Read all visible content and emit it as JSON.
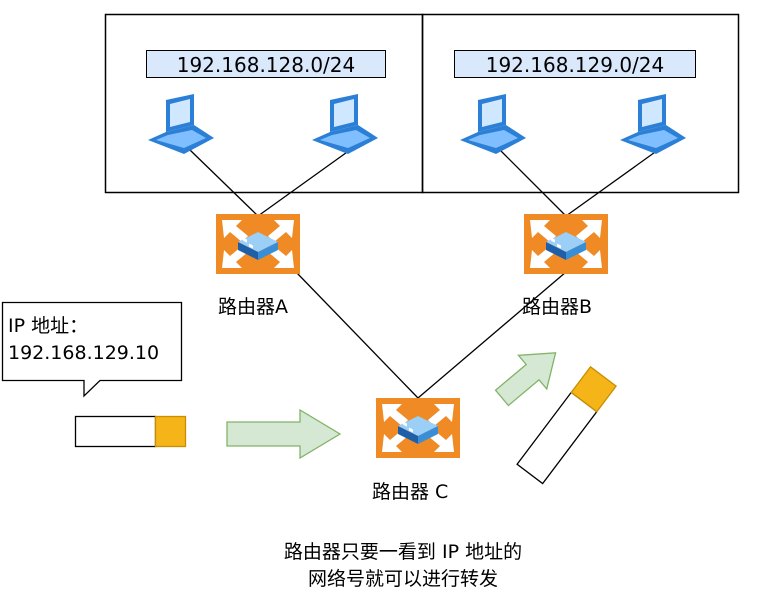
{
  "subnets": [
    {
      "id": "left",
      "cidr": "192.168.128.0/24"
    },
    {
      "id": "right",
      "cidr": "192.168.129.0/24"
    }
  ],
  "routers": {
    "a": {
      "label": "路由器A"
    },
    "b": {
      "label": "路由器B"
    },
    "c": {
      "label": "路由器 C"
    }
  },
  "packet_label": {
    "line1": "IP 地址：",
    "line2": "192.168.129.10"
  },
  "caption": {
    "line1": "路由器只要一看到 IP 地址的",
    "line2": "网络号就可以进行转发"
  },
  "colors": {
    "router_orange": "#f08a24",
    "router_blue": "#3a8ed6",
    "laptop_blue": "#2b7fd6",
    "subnet_fill": "#dae8fc",
    "arrow_fill": "#d5e8d4",
    "arrow_stroke": "#82b366",
    "packet_header": "#f5b417"
  },
  "icons": {
    "laptop": "laptop-icon",
    "router": "router-icon",
    "arrow": "arrow-right-icon"
  }
}
